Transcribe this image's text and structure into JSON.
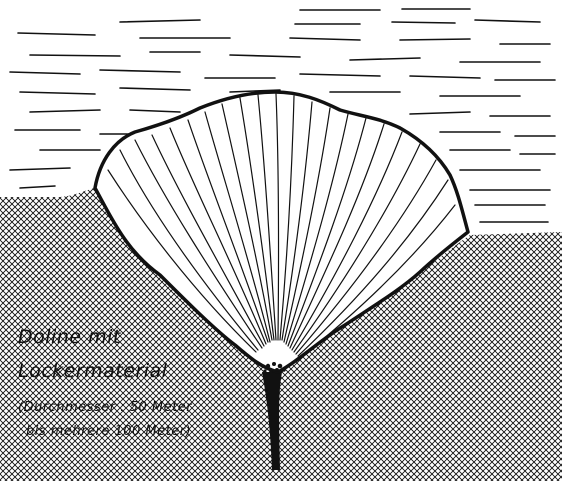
{
  "diagram": {
    "label_line1": "Doline  mit",
    "label_line2": "Lockermaterial",
    "note_line1": "(Durchmesser :  50 Meter",
    "note_line2": "bis  mehrere  100 Meter)",
    "ink_color": "#111111",
    "paper_color": "#ffffff"
  }
}
